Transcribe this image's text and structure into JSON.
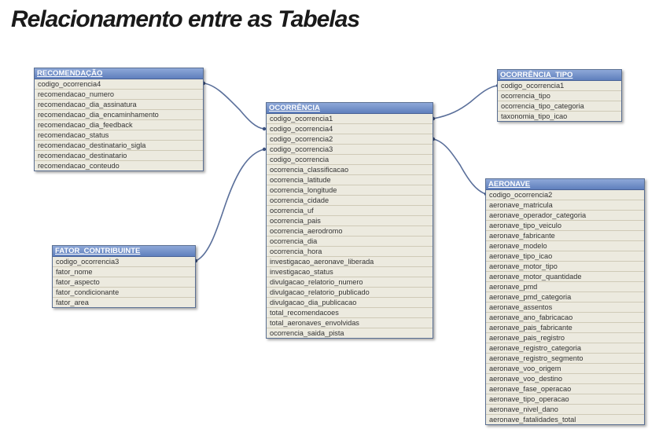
{
  "title": "Relacionamento entre as Tabelas",
  "tables": {
    "recomendacao": {
      "name": "RECOMENDAÇÃO",
      "fields": [
        "codigo_ocorrencia4",
        "recomendacao_numero",
        "recomendacao_dia_assinatura",
        "recomendacao_dia_encaminhamento",
        "recomendacao_dia_feedback",
        "recomendacao_status",
        "recomendacao_destinatario_sigla",
        "recomendacao_destinatario",
        "recomendacao_conteudo"
      ]
    },
    "ocorrencia": {
      "name": "OCORRÊNCIA",
      "fields": [
        "codigo_ocorrencia1",
        "codigo_ocorrencia4",
        "codigo_ocorrencia2",
        "codigo_ocorrencia3",
        "codigo_ocorrencia",
        "ocorrencia_classificacao",
        "ocorrencia_latitude",
        "ocorrencia_longitude",
        "ocorrencia_cidade",
        "ocorrencia_uf",
        "ocorrencia_pais",
        "ocorrencia_aerodromo",
        "ocorrencia_dia",
        "ocorrencia_hora",
        "investigacao_aeronave_liberada",
        "investigacao_status",
        "divulgacao_relatorio_numero",
        "divulgacao_relatorio_publicado",
        "divulgacao_dia_publicacao",
        "total_recomendacoes",
        "total_aeronaves_envolvidas",
        "ocorrencia_saida_pista"
      ]
    },
    "ocorrencia_tipo": {
      "name": "OCORRÊNCIA_TIPO",
      "fields": [
        "codigo_ocorrencia1",
        "ocorrencia_tipo",
        "ocorrencia_tipo_categoria",
        "taxonomia_tipo_icao"
      ]
    },
    "fator_contribuinte": {
      "name": "FATOR_CONTRIBUINTE",
      "fields": [
        "codigo_ocorrencia3",
        "fator_nome",
        "fator_aspecto",
        "fator_condicionante",
        "fator_area"
      ]
    },
    "aeronave": {
      "name": "AERONAVE",
      "fields": [
        "codigo_ocorrencia2",
        "aeronave_matricula",
        "aeronave_operador_categoria",
        "aeronave_tipo_veiculo",
        "aeronave_fabricante",
        "aeronave_modelo",
        "aeronave_tipo_icao",
        "aeronave_motor_tipo",
        "aeronave_motor_quantidade",
        "aeronave_pmd",
        "aeronave_pmd_categoria",
        "aeronave_assentos",
        "aeronave_ano_fabricacao",
        "aeronave_pais_fabricante",
        "aeronave_pais_registro",
        "aeronave_registro_categoria",
        "aeronave_registro_segmento",
        "aeronave_voo_origem",
        "aeronave_voo_destino",
        "aeronave_fase_operacao",
        "aeronave_tipo_operacao",
        "aeronave_nivel_dano",
        "aeronave_fatalidades_total"
      ]
    }
  },
  "style": {
    "header_color": "#6f8cc8",
    "body_color": "#eceadf",
    "link_color": "#5a6f9a"
  }
}
